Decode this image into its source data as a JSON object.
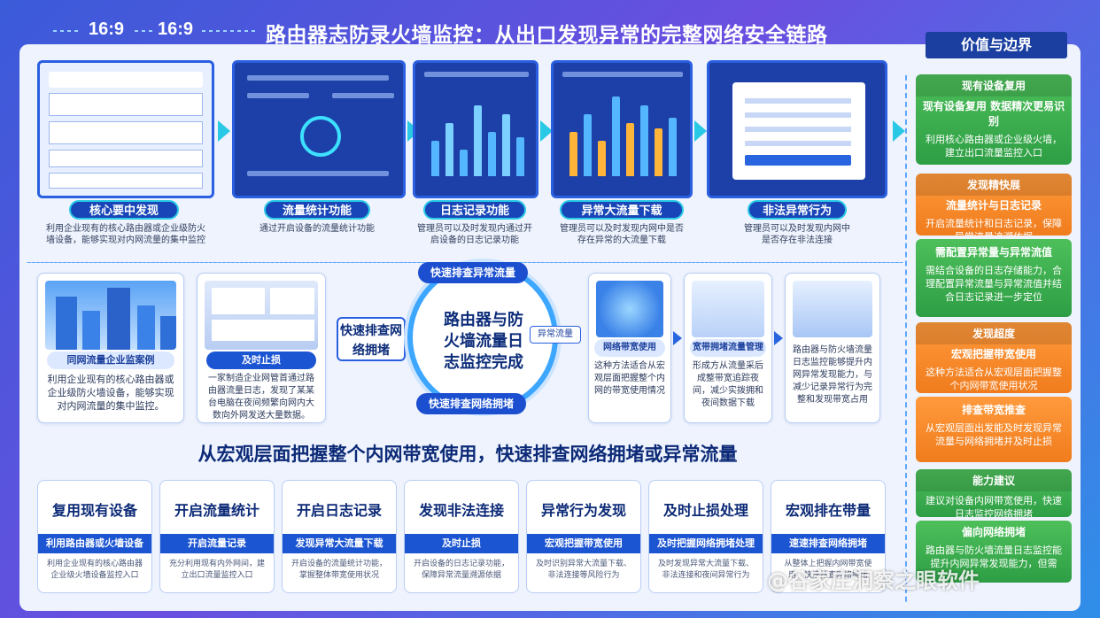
{
  "header": {
    "tag_left": "16:9",
    "tag_right": "16:9",
    "title": "路由器志防录火墙监控：从出口发现异常的完整网络安全链路"
  },
  "top_steps": [
    {
      "label": "核心要中发现",
      "desc": "利用企业现有的核心路由器或企业级防火墙设备，能够实现对内网流量的集中监控"
    },
    {
      "label": "流量统计功能",
      "desc": "通过开启设备的流量统计功能"
    },
    {
      "label": "日志记录功能",
      "desc": "管理员可以及时发现内通过开启设备的日志记录功能"
    },
    {
      "label": "异常大流量下载",
      "desc": "管理员可以及时发现内网中是否存在异常的大流量下载"
    },
    {
      "label": "非法异常行为",
      "desc": "管理员可以及时发现内网中是否存在非法连接"
    }
  ],
  "middle": {
    "case_label": "同网流量企业监案例",
    "case_text": "利用企业现有的核心路由器或企业级防火墙设备，能够实现对内网流量的集中监控。",
    "stop_label": "及时止损",
    "stop_text": "一家制造企业网管首通过路由器流量日志，发现了某某台电脑在夜间频繁向网内大数向外网发送大量数据。",
    "left_label": "快速排查网络拥堵",
    "center_text": "路由器与防火墙流量日志监控完成",
    "arc_top": "快速排查异常流量",
    "arc_bottom": "快速排查网络拥堵",
    "small_tag": "异常流量",
    "right_cards": [
      {
        "label": "网络带宽使用",
        "text": "这种方法适合从宏观层面把握整个内网的带宽使用情况"
      },
      {
        "label": "宽带拥堵流量管理",
        "text": "形成方从流量采后成整带宽追踪夜间，减少实拨拥和夜间数据下载"
      },
      {
        "label": "",
        "text": "路由器与防火墙流量日志监控能够提升内网异常发现能力，与减少记录异常行为完整和发现带宽占用"
      }
    ]
  },
  "banner": "从宏观层面把握整个内网带宽使用，快速排查网络拥堵或异常流量",
  "bottom_cards": [
    {
      "title": "复用现有设备",
      "pill": "利用路由器或火墙设备",
      "text": "利用企业现有的核心路由器企业级火墙设备监控入口"
    },
    {
      "title": "开启流量统计",
      "pill": "开启流量记录",
      "text": "充分利用现有内外网间，建立出口流量监控入口"
    },
    {
      "title": "开启日志记录",
      "pill": "发现异常大流量下载",
      "text": "开启设备的流量统计功能，掌握整体带宽使用状况"
    },
    {
      "title": "发现非法连接",
      "pill": "及时止损",
      "text": "开启设备的日志记录功能，保障异常流量溯源依据"
    },
    {
      "title": "异常行为发现",
      "pill": "宏观把握带宽使用",
      "text": "及时识别异常大流量下载、非法连接等风险行为"
    },
    {
      "title": "及时止损处理",
      "pill": "及时把握网络拥堵处理",
      "text": "及时发现异常大流量下载、非法连接和夜间异常行为"
    },
    {
      "title": "宏观排在带量",
      "pill": "速速排查网络拥堵",
      "text": "从整体上把握内网带宽使用，快速排查网络拥堵"
    }
  ],
  "right_panel": {
    "head": "价值与边界",
    "cards": [
      {
        "style": "green",
        "h": "现有设备复用",
        "s": "现有设备复用 数据精次更易识别",
        "t": "利用核心路由器或企业级火墙，建立出口流量监控入口"
      },
      {
        "style": "orange",
        "h": "发现精快展",
        "s": "流量统计与日志记录",
        "t": "开启流量统计和日志记录，保障异常流量追溯依据"
      },
      {
        "style": "green",
        "h": "",
        "s": "需配置异常量与异常流值",
        "t": "需结合设备的日志存储能力，合理配置异常流量与异常流值并结合日志记录进一步定位"
      },
      {
        "style": "orange",
        "h": "发现超度",
        "s": "宏观把握带宽使用",
        "t": "这种方法适合从宏观层面把握整个内网带宽使用状况"
      },
      {
        "style": "orange",
        "h": "",
        "s": "排查带宽推查",
        "t": "从宏观层面出发能及时发现异常流量与网络拥堵并及时止损"
      },
      {
        "style": "green",
        "h": "能力建议",
        "s": "",
        "t": "建议对设备内网带宽使用，快速日志监控网络拥堵"
      },
      {
        "style": "green",
        "h": "",
        "s": "偏向网络拥堵",
        "t": "路由器与防火墙流量日志监控能提升内网异常发现能力，但需"
      }
    ]
  },
  "watermark": "@谷家庄洞察之眼软件"
}
